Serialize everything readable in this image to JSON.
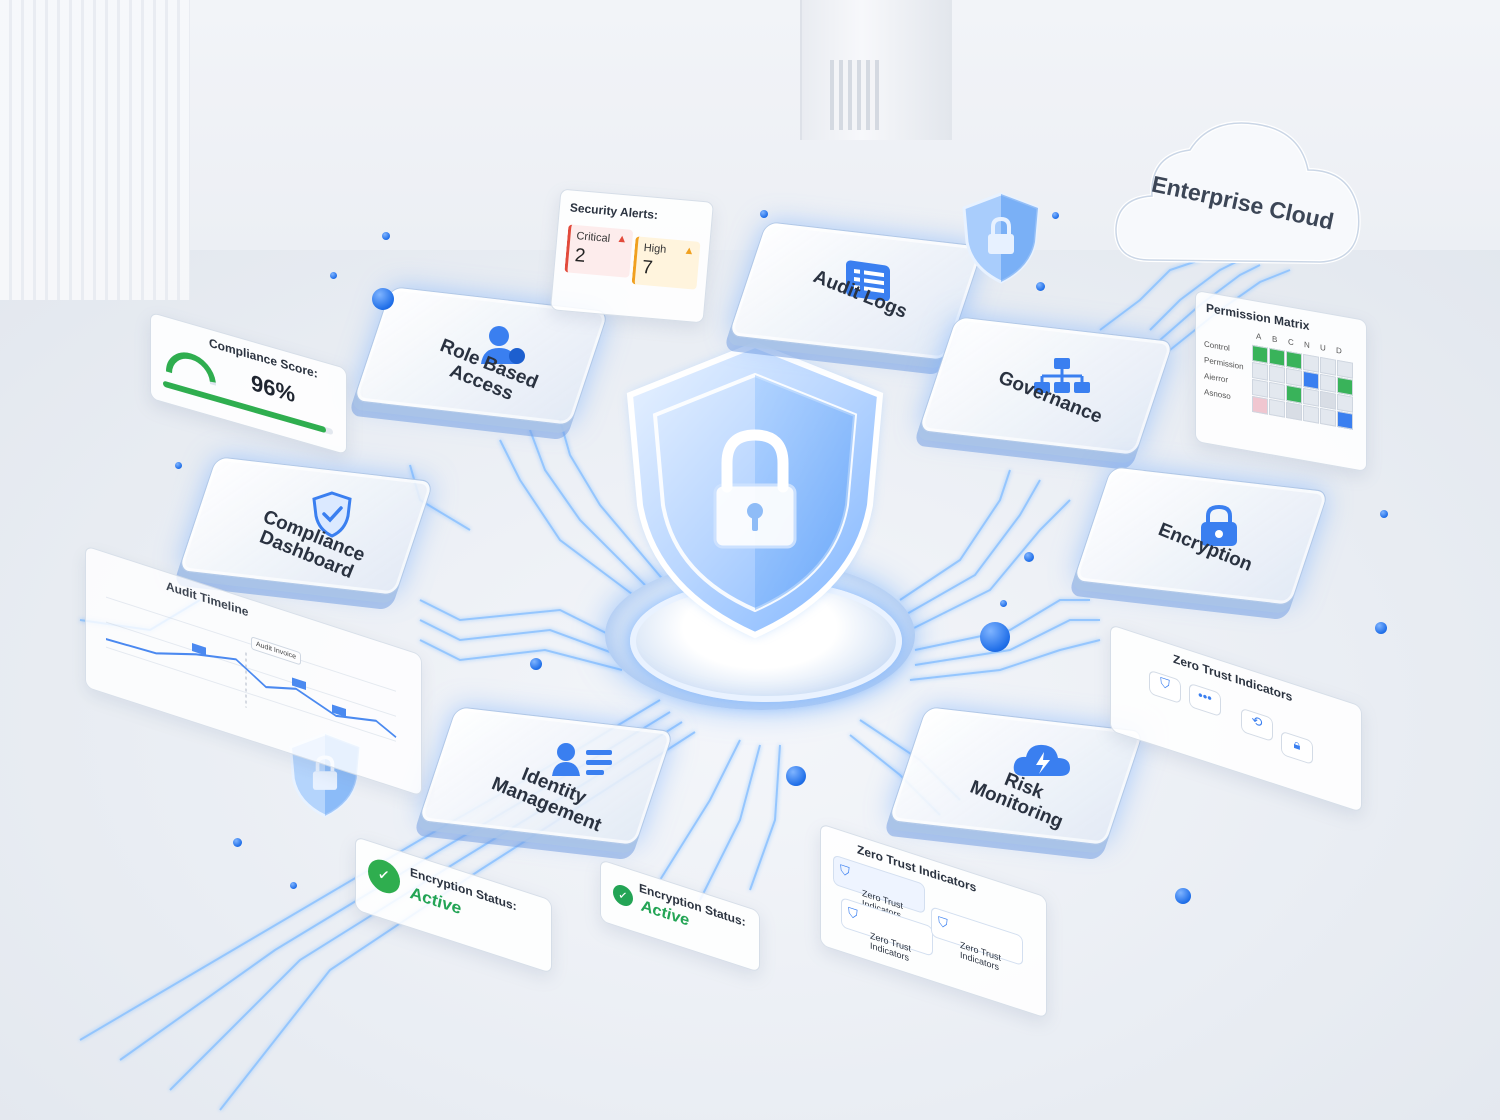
{
  "cloud": {
    "label": "Enterprise Cloud"
  },
  "modules": {
    "audit_logs": "Audit Logs",
    "role_based_access": "Role Based\nAccess",
    "governance": "Governance",
    "compliance_dashboard": "Compliance\nDashboard",
    "encryption": "Encryption",
    "identity_management": "Identity\nManagement",
    "risk_monitoring": "Risk\nMonitoring"
  },
  "security_alerts": {
    "title": "Security Alerts:",
    "critical_label": "Critical",
    "critical_value": "2",
    "high_label": "High",
    "high_value": "7"
  },
  "compliance_score": {
    "title": "Compliance Score:",
    "value": "96%",
    "fraction": 0.96
  },
  "permission_matrix": {
    "title": "Permission Matrix",
    "columns": [
      "A",
      "B",
      "C",
      "N",
      "U",
      "D"
    ],
    "rows": [
      "Control",
      "Permission",
      "Aierror",
      "Asnoso"
    ]
  },
  "audit_timeline": {
    "title": "Audit Timeline",
    "callout": "Audit Invoice"
  },
  "zero_trust_right": {
    "title": "Zero Trust Indicators"
  },
  "zero_trust_bottom": {
    "title": "Zero Trust Indicators",
    "chips": [
      "Zero Trust\nIndicators",
      "Zero Trust\nIndicators",
      "Zero Trust\nIndicators"
    ]
  },
  "encryption_status_left": {
    "title": "Encryption Status:",
    "value": "Active"
  },
  "encryption_status_center": {
    "title": "Encryption Status:",
    "value": "Active"
  },
  "colors": {
    "accent": "#2f7df0",
    "glow": "#6fb0ff",
    "critical": "#e24a3b",
    "high": "#f0a020",
    "active": "#23a455"
  }
}
